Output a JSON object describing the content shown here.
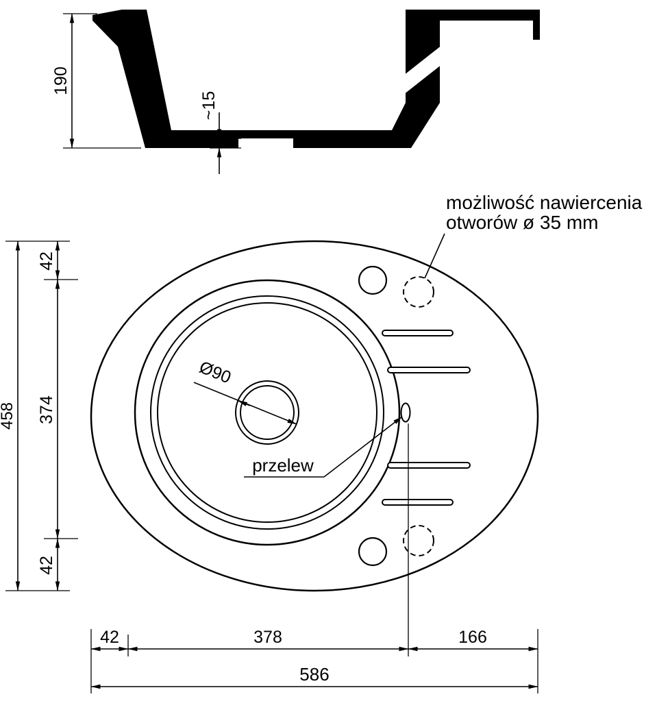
{
  "section_view": {
    "dim_height": "190",
    "dim_bottom_thickness": "~15"
  },
  "plan_view": {
    "note": {
      "line1": "możliwość nawiercenia",
      "line2": "otworów ø 35 mm"
    },
    "drain_label": "Ø90",
    "overflow_label": "przelew",
    "dims": {
      "total_depth": "458",
      "top_hole_offset": "42",
      "hole_span": "374",
      "bottom_hole_offset": "42",
      "left_margin": "42",
      "bowl_width": "378",
      "drainer_width": "166",
      "total_width": "586"
    }
  },
  "colors": {
    "line": "#000000",
    "background": "#ffffff"
  }
}
